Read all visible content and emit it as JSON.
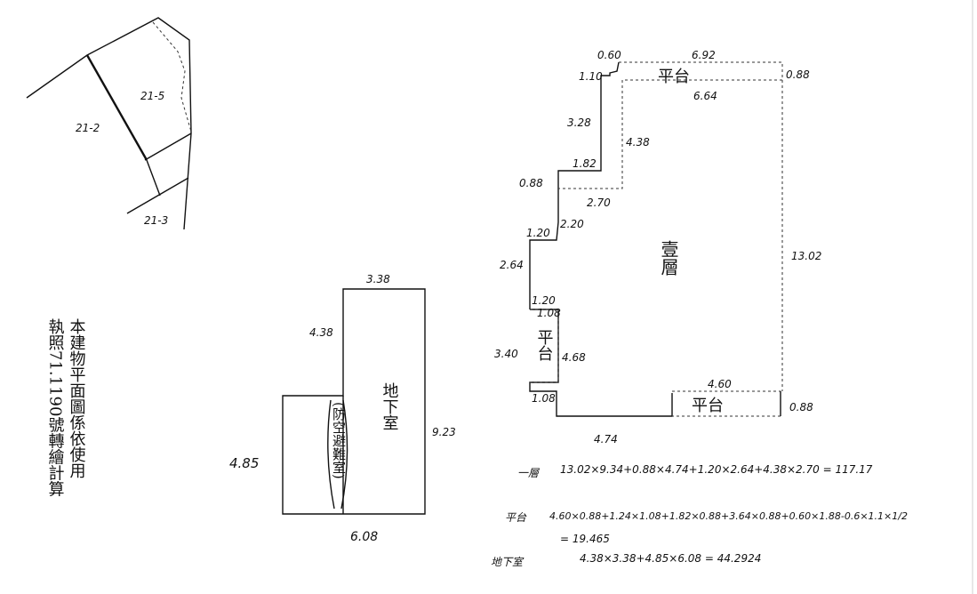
{
  "lot_labels": {
    "lot_21_2": "21-2",
    "lot_21_5": "21-5",
    "lot_21_3": "21-3"
  },
  "notes": {
    "col1": "本建物平面圖係依使用",
    "col2": "執照71.1190號轉繪計算"
  },
  "basement": {
    "title": "地下室",
    "shelter": "(防空避難室)",
    "dims": {
      "top": "3.38",
      "left": "4.38",
      "right": "9.23",
      "left_ext": "4.85",
      "bottom": "6.08"
    }
  },
  "floor_plan": {
    "title": "壹層",
    "terrace_label": "平台",
    "dims": {
      "d_060": "0.60",
      "d_692": "6.92",
      "d_088a": "0.88",
      "d_110": "1.10",
      "d_664": "6.64",
      "d_328": "3.28",
      "d_438": "4.38",
      "d_182": "1.82",
      "d_088b": "0.88",
      "d_270": "2.70",
      "d_220": "2.20",
      "d_120a": "1.20",
      "d_264": "2.64",
      "d_1302": "13.02",
      "d_120b": "1.20",
      "d_108a": "1.08",
      "d_340": "3.40",
      "d_468": "4.68",
      "d_108b": "1.08",
      "d_460": "4.60",
      "d_088c": "0.88",
      "d_474": "4.74"
    }
  },
  "calculations": {
    "l1_label": "一層",
    "l1_expr": "13.02×9.34+0.88×4.74+1.20×2.64+4.38×2.70 = 117.17",
    "terrace_label": "平台",
    "terrace_expr": "4.60×0.88+1.24×1.08+1.82×0.88+3.64×0.88+0.60×1.88-0.6×1.1×1/2",
    "terrace_result": "= 19.465",
    "basement_label": "地下室",
    "basement_expr": "4.38×3.38+4.85×6.08 = 44.2924"
  }
}
